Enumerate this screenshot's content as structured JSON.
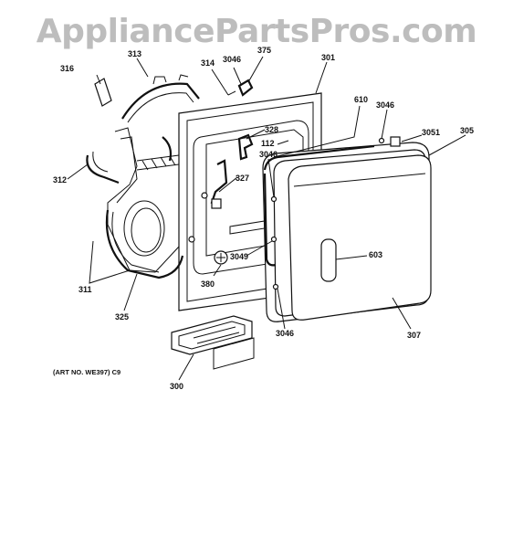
{
  "watermark": "AppliancePartsPros.com",
  "art_number": "(ART NO. WE397) C9",
  "parts": [
    {
      "id": "p316",
      "label": "316"
    },
    {
      "id": "p313",
      "label": "313"
    },
    {
      "id": "p314",
      "label": "314"
    },
    {
      "id": "p3046a",
      "label": "3046"
    },
    {
      "id": "p375",
      "label": "375"
    },
    {
      "id": "p301",
      "label": "301"
    },
    {
      "id": "p610",
      "label": "610"
    },
    {
      "id": "p3046b",
      "label": "3046"
    },
    {
      "id": "p3051",
      "label": "3051"
    },
    {
      "id": "p305",
      "label": "305"
    },
    {
      "id": "p328",
      "label": "328"
    },
    {
      "id": "p112",
      "label": "112"
    },
    {
      "id": "p3046c",
      "label": "3046"
    },
    {
      "id": "p312",
      "label": "312"
    },
    {
      "id": "p327",
      "label": "327"
    },
    {
      "id": "p603",
      "label": "603"
    },
    {
      "id": "p3049",
      "label": "3049"
    },
    {
      "id": "p311",
      "label": "311"
    },
    {
      "id": "p380",
      "label": "380"
    },
    {
      "id": "p325",
      "label": "325"
    },
    {
      "id": "p3046d",
      "label": "3046"
    },
    {
      "id": "p307",
      "label": "307"
    },
    {
      "id": "p300",
      "label": "300"
    }
  ]
}
